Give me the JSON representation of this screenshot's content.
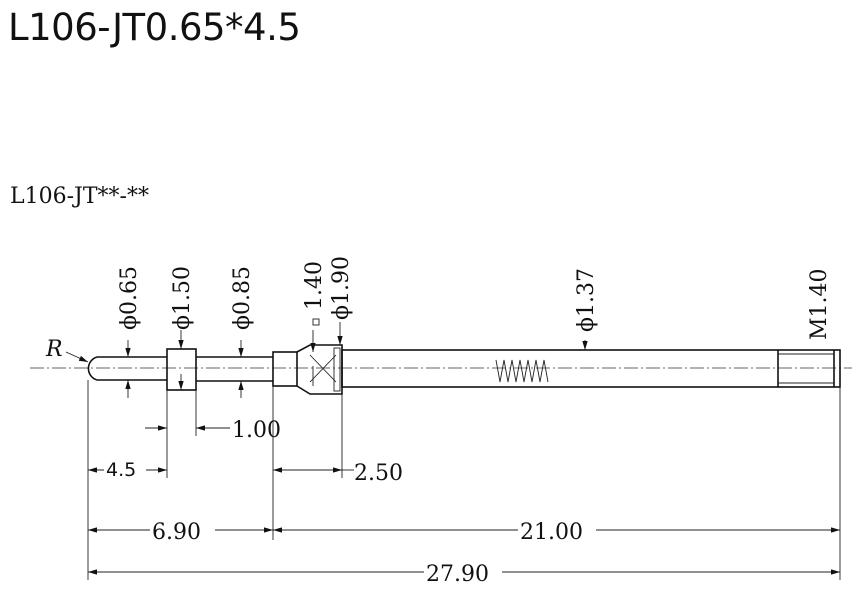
{
  "title": "L106-JT0.65*4.5",
  "subtitle": "L106-JT**-**",
  "labels": {
    "radius": "R",
    "d_tip": "ϕ0.65",
    "d_collar": "ϕ1.50",
    "d_shaft": "ϕ0.85",
    "d_step": "1.40",
    "d_barrel": "ϕ1.90",
    "d_tube": "ϕ1.37",
    "thread": "M1.40",
    "len_collar": "1.00",
    "len_tip": "4.5",
    "len_barrel": "2.50",
    "len_plunger": "6.90",
    "len_tube": "21.00",
    "len_total": "27.90"
  }
}
